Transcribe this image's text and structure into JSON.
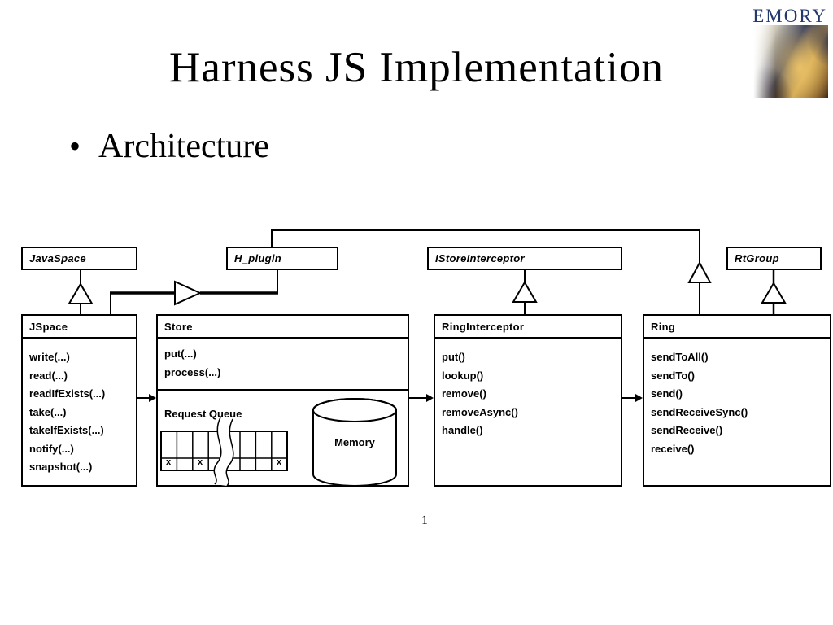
{
  "slide": {
    "title": "Harness JS Implementation",
    "bullet_glyph": "•",
    "bullet_text": "Architecture",
    "page_number": "1",
    "logo_text": "EMORY"
  },
  "colors": {
    "logo_navy": "#22386e",
    "diagram_line": "#000000",
    "background": "#ffffff"
  },
  "diagram": {
    "interfaces": [
      {
        "name": "JavaSpace"
      },
      {
        "name": "H_plugin"
      },
      {
        "name": "IStoreInterceptor"
      },
      {
        "name": "RtGroup"
      }
    ],
    "classes": [
      {
        "name": "JSpace",
        "methods": [
          "write(...)",
          "read(...)",
          "readIfExists(...)",
          "take(...)",
          "takeIfExists(...)",
          "notify(...)",
          "snapshot(...)"
        ]
      },
      {
        "name": "Store",
        "methods": [
          "put(...)",
          "process(...)"
        ],
        "queue_label": "Request Queue",
        "memory_label": "Memory",
        "queue_marks": [
          "x",
          "x",
          "x"
        ]
      },
      {
        "name": "RingInterceptor",
        "methods": [
          "put()",
          "lookup()",
          "remove()",
          "removeAsync()",
          "handle()"
        ]
      },
      {
        "name": "Ring",
        "methods": [
          "sendToAll()",
          "sendTo()",
          "send()",
          "sendReceiveSync()",
          "sendReceive()",
          "receive()"
        ]
      }
    ]
  }
}
